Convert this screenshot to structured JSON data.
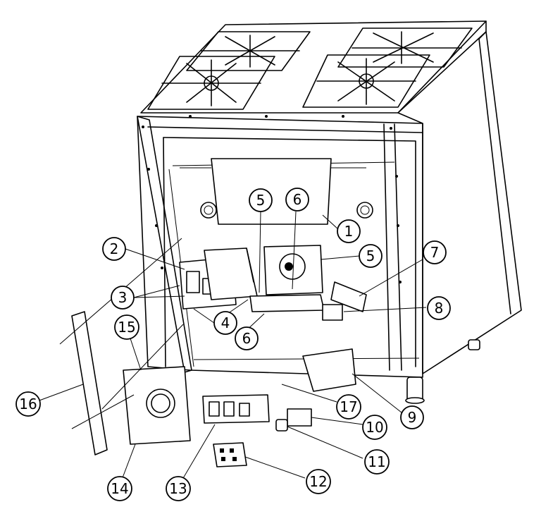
{
  "callouts": [
    {
      "id": "1",
      "label": "1"
    },
    {
      "id": "2",
      "label": "2"
    },
    {
      "id": "3",
      "label": "3"
    },
    {
      "id": "4",
      "label": "4"
    },
    {
      "id": "5a",
      "label": "5"
    },
    {
      "id": "5b",
      "label": "5"
    },
    {
      "id": "6a",
      "label": "6"
    },
    {
      "id": "6b",
      "label": "6"
    },
    {
      "id": "7",
      "label": "7"
    },
    {
      "id": "8",
      "label": "8"
    },
    {
      "id": "9",
      "label": "9"
    },
    {
      "id": "10",
      "label": "10"
    },
    {
      "id": "11",
      "label": "11"
    },
    {
      "id": "12",
      "label": "12"
    },
    {
      "id": "13",
      "label": "13"
    },
    {
      "id": "14",
      "label": "14"
    },
    {
      "id": "15",
      "label": "15"
    },
    {
      "id": "16",
      "label": "16"
    },
    {
      "id": "17",
      "label": "17"
    }
  ]
}
